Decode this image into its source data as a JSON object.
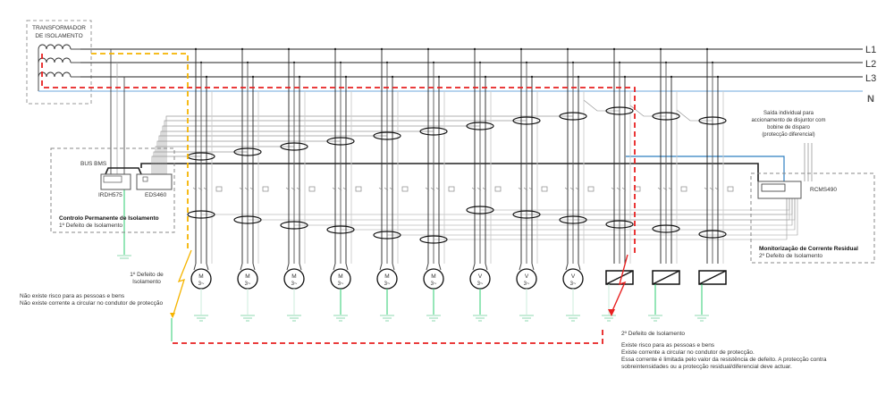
{
  "transformer": {
    "line1": "TRANSFORMADOR",
    "line2": "DE ISOLAMENTO"
  },
  "buses": {
    "l1": "L1",
    "l2": "L2",
    "l3": "L3",
    "n": "N"
  },
  "bus_bms": "BUS BMS",
  "devices": {
    "irdh": "IRDH575",
    "eds": "EDS460",
    "rcms": "RCMS490"
  },
  "insulation_monitoring": {
    "title": "Controlo Permanente de Isolamento",
    "subtitle": "1º Defeito de Isolamento"
  },
  "residual_monitoring": {
    "title": "Monitorização de Corrente Residual",
    "subtitle": "2º Defeito de Isolamento"
  },
  "trip_output_note": [
    "Saída individual para",
    "accionamento de disjuntor com",
    "bobine de disparo",
    "(protecção diferencial)"
  ],
  "first_fault": {
    "label1": "1º Defeito de",
    "label2": "Isolamento",
    "notes": [
      "Não existe risco para as pessoas e bens",
      "Não existe corrente a circular no condutor de protecção"
    ]
  },
  "second_fault": {
    "label": "2º Defeito de Isolamento",
    "notes": [
      "Existe risco para as pessoas e bens",
      "Existe corrente a circular no condutor de protecção.",
      "Essa corrente é limitada pelo valor da resistência de defeito. A protecção contra",
      "sobreintensidades ou a protecção residual/diferencial deve actuar."
    ]
  },
  "loads": [
    {
      "type": "motor",
      "letter": "M",
      "sub": "3~"
    },
    {
      "type": "motor",
      "letter": "M",
      "sub": "3~"
    },
    {
      "type": "motor",
      "letter": "M",
      "sub": "3~"
    },
    {
      "type": "motor",
      "letter": "M",
      "sub": "3~"
    },
    {
      "type": "motor",
      "letter": "M",
      "sub": "3~"
    },
    {
      "type": "motor",
      "letter": "M",
      "sub": "3~"
    },
    {
      "type": "motor",
      "letter": "V",
      "sub": "3~"
    },
    {
      "type": "motor",
      "letter": "V",
      "sub": "3~"
    },
    {
      "type": "motor",
      "letter": "V",
      "sub": "3~"
    },
    {
      "type": "converter"
    },
    {
      "type": "converter"
    },
    {
      "type": "converter"
    }
  ],
  "colors": {
    "line": "#222222",
    "neutral": "#6fa8dc",
    "earth": "#2ecc71",
    "fault1": "#f5b400",
    "fault2": "#e82020",
    "frame": "#888888"
  }
}
